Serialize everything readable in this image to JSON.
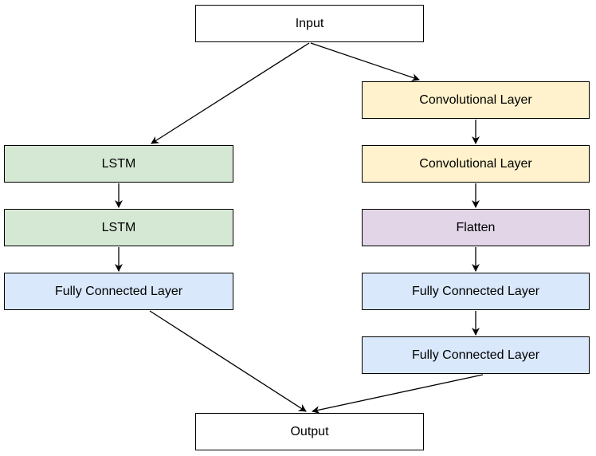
{
  "colors": {
    "plain": "#ffffff",
    "lstm": "#d5e8d4",
    "conv": "#fff2cc",
    "flatten": "#e1d5e7",
    "dense": "#dae8fc",
    "line": "#000000"
  },
  "nodes": {
    "input": {
      "label": "Input",
      "color": "plain"
    },
    "output": {
      "label": "Output",
      "color": "plain"
    },
    "lstm_1": {
      "label": "LSTM",
      "color": "lstm"
    },
    "lstm_2": {
      "label": "LSTM",
      "color": "lstm"
    },
    "fc_left": {
      "label": "Fully Connected Layer",
      "color": "dense"
    },
    "conv_1": {
      "label": "Convolutional Layer",
      "color": "conv"
    },
    "conv_2": {
      "label": "Convolutional Layer",
      "color": "conv"
    },
    "flatten": {
      "label": "Flatten",
      "color": "flatten"
    },
    "fc_right_1": {
      "label": "Fully Connected Layer",
      "color": "dense"
    },
    "fc_right_2": {
      "label": "Fully Connected Layer",
      "color": "dense"
    }
  },
  "edges": [
    {
      "from": "input",
      "to": "lstm_1"
    },
    {
      "from": "input",
      "to": "conv_1"
    },
    {
      "from": "lstm_1",
      "to": "lstm_2"
    },
    {
      "from": "lstm_2",
      "to": "fc_left"
    },
    {
      "from": "conv_1",
      "to": "conv_2"
    },
    {
      "from": "conv_2",
      "to": "flatten"
    },
    {
      "from": "flatten",
      "to": "fc_right_1"
    },
    {
      "from": "fc_right_1",
      "to": "fc_right_2"
    },
    {
      "from": "fc_left",
      "to": "output"
    },
    {
      "from": "fc_right_2",
      "to": "output"
    }
  ]
}
